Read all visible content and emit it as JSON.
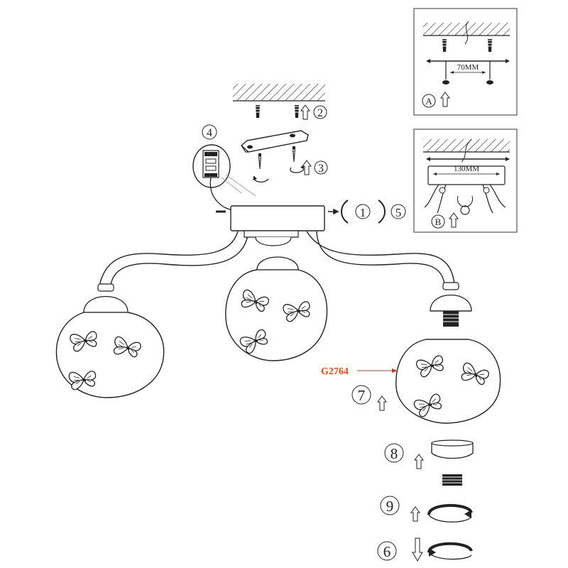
{
  "steps": {
    "s1": "1",
    "s2": "2",
    "s3": "3",
    "s4": "4",
    "s5": "5",
    "s6": "6",
    "s7": "7",
    "s8": "8",
    "s9": "9"
  },
  "part_code": "G2764",
  "inset_a": {
    "badge": "A",
    "dimension": "70MM"
  },
  "inset_b": {
    "badge": "B",
    "dimension": "130MM"
  },
  "colors": {
    "line": "#222222",
    "accent": "#e8471c",
    "arrow": "#c0392b"
  }
}
